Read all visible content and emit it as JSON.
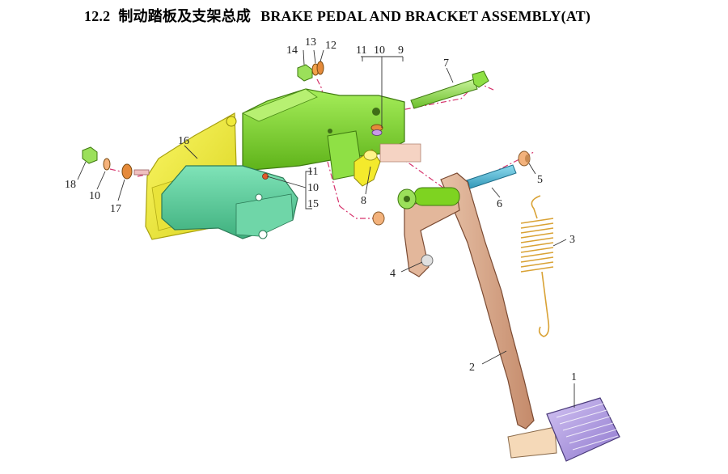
{
  "title": {
    "section": "12.2",
    "chinese": "制动踏板及支架总成",
    "english": "BRAKE PEDAL AND BRACKET ASSEMBLY(AT)"
  },
  "callouts": [
    {
      "id": "c1",
      "text": "1"
    },
    {
      "id": "c2",
      "text": "2"
    },
    {
      "id": "c3",
      "text": "3"
    },
    {
      "id": "c4",
      "text": "4"
    },
    {
      "id": "c5",
      "text": "5"
    },
    {
      "id": "c6",
      "text": "6"
    },
    {
      "id": "c7",
      "text": "7"
    },
    {
      "id": "c8",
      "text": "8"
    },
    {
      "id": "c9",
      "text": "9"
    },
    {
      "id": "c10a",
      "text": "10"
    },
    {
      "id": "c11a",
      "text": "11"
    },
    {
      "id": "c12",
      "text": "12"
    },
    {
      "id": "c13",
      "text": "13"
    },
    {
      "id": "c14",
      "text": "14"
    },
    {
      "id": "c16",
      "text": "16"
    },
    {
      "id": "c18",
      "text": "18"
    },
    {
      "id": "c10b",
      "text": "10"
    },
    {
      "id": "c17",
      "text": "17"
    },
    {
      "id": "c11b",
      "text": "11"
    },
    {
      "id": "c10c",
      "text": "10"
    },
    {
      "id": "c15",
      "text": "15"
    }
  ],
  "colors": {
    "bracket_green": "#7ed321",
    "bracket_yellow": "#f4f03a",
    "bracket_teal": "#5fcf9e",
    "pedal_arm": "#d9a98b",
    "pedal_pad": "#b9a3e3",
    "spring": "#d9a235",
    "bolt_green": "#9be05a",
    "pin_blue": "#49b8d6",
    "bushing": "#f3b27c",
    "dash_line": "#d6336c"
  }
}
